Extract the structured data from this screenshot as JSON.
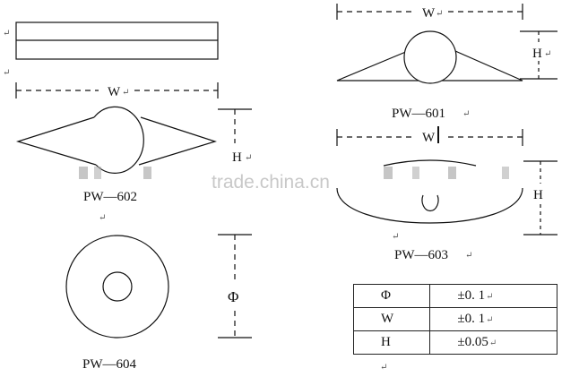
{
  "diagrams": {
    "pw602": {
      "label": "PW—602",
      "w_label": "W",
      "h_label": "H"
    },
    "pw601": {
      "label": "PW—601",
      "w_label": "W",
      "h_label": "H"
    },
    "pw603": {
      "label": "PW—603",
      "w_label": "W",
      "h_label": "H"
    },
    "pw604": {
      "label": "PW—604",
      "phi_label": "Φ"
    }
  },
  "watermark": "trade.china.cn",
  "return_mark": "↵",
  "tolerance_table": {
    "rows": [
      {
        "param": "Φ",
        "value": "±0. 1"
      },
      {
        "param": "W",
        "value": "±0. 1"
      },
      {
        "param": "H",
        "value": "±0.05"
      }
    ]
  }
}
